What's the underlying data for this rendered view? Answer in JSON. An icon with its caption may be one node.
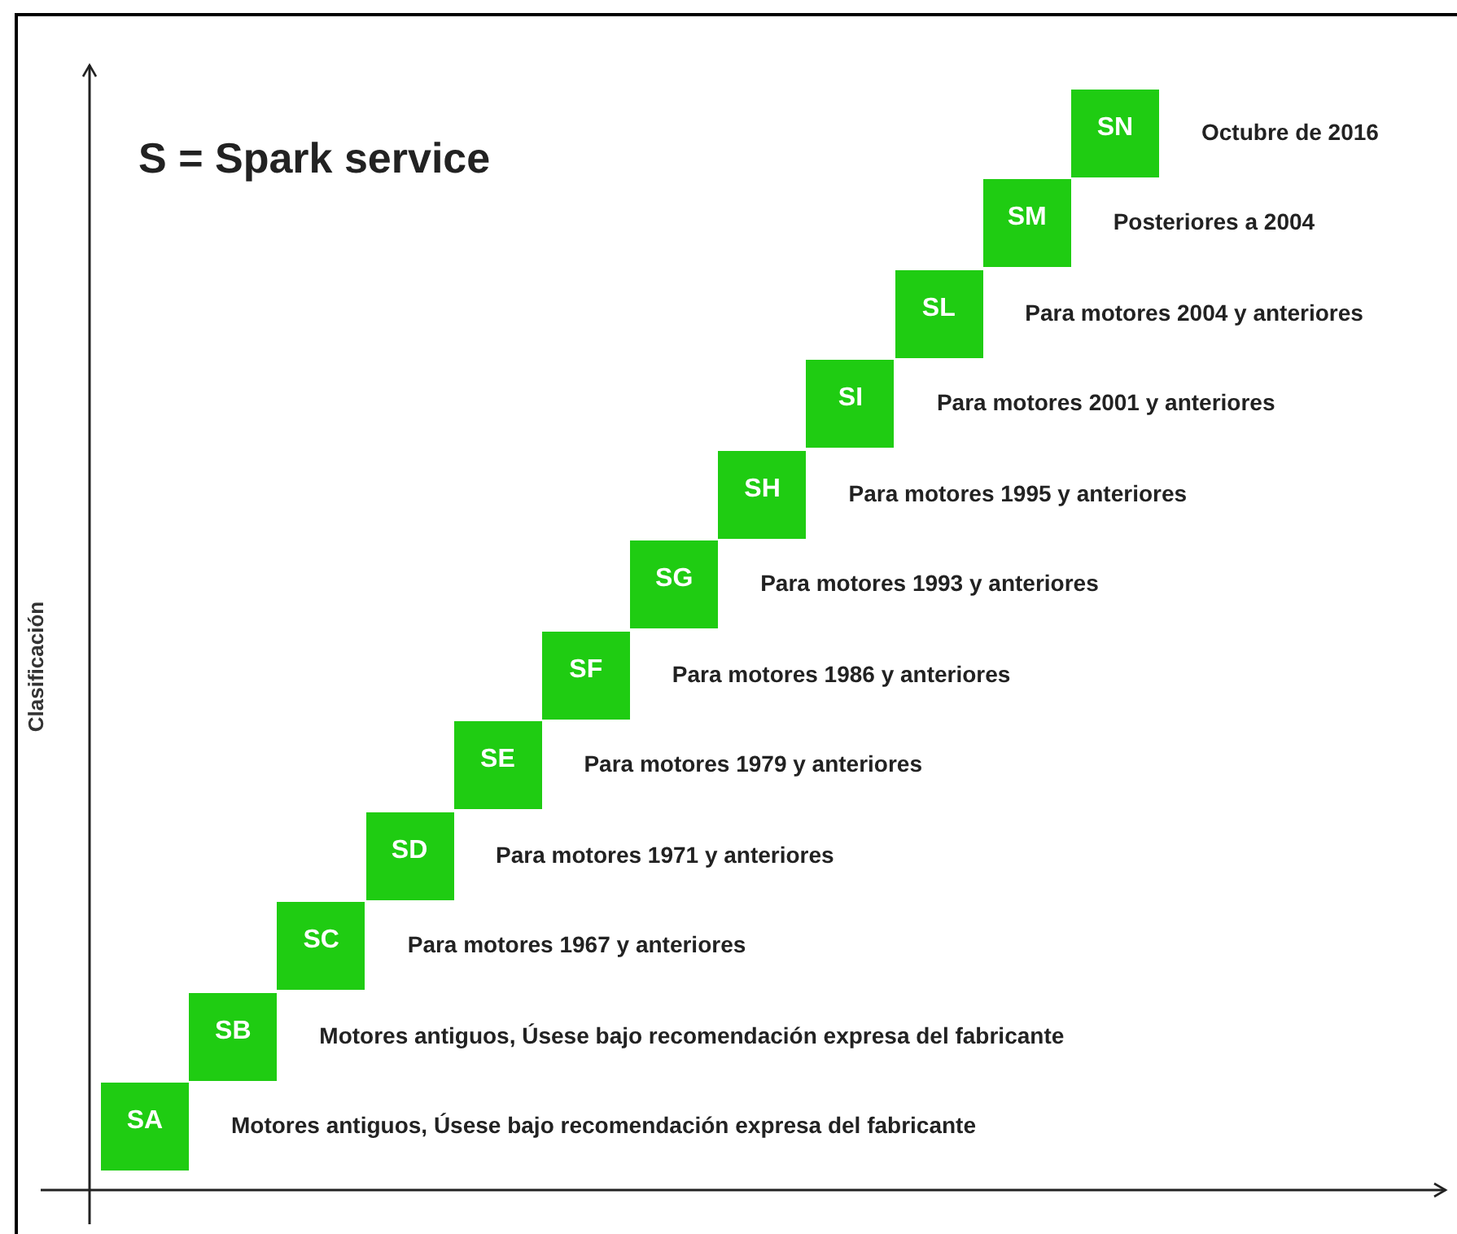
{
  "diagram": {
    "title": "S = Spark service",
    "nodes": [
      {
        "text": [
          "SA"
        ],
        "beside": [
          "Motores antiguos, Úsese bajo recomendación expresa del fabricante"
        ]
      },
      {
        "text": [
          "SB"
        ],
        "beside": [
          "Motores antiguos, Úsese bajo recomendación expresa del fabricante"
        ]
      },
      {
        "text": [
          "SC"
        ],
        "beside": [
          "Para motores 1967 y anteriores"
        ]
      },
      {
        "text": [
          "SD"
        ],
        "beside": [
          "Para motores 1971 y anteriores"
        ]
      },
      {
        "text": [
          "SE"
        ],
        "beside": [
          "Para motores 1979 y anteriores"
        ]
      },
      {
        "text": [
          "SF"
        ],
        "beside": [
          "Para motores 1986 y anteriores"
        ]
      },
      {
        "text": [
          "SG"
        ],
        "beside": [
          "Para motores 1993 y anteriores"
        ]
      },
      {
        "text": [
          "SH"
        ],
        "beside": [
          "Para motores 1995 y anteriores"
        ]
      },
      {
        "text": [
          "SI"
        ],
        "beside": [
          "Para motores 2001 y anteriores"
        ]
      },
      {
        "text": [
          "SL"
        ],
        "beside": [
          "Para motores 2004 y anteriores"
        ]
      },
      {
        "text": [
          "SM"
        ],
        "beside": [
          "Posteriores a 2004"
        ]
      },
      {
        "text": [
          "SN"
        ],
        "beside": [
          "Octubre de 2016"
        ]
      }
    ],
    "labels": [
      "Clasificación"
    ]
  }
}
